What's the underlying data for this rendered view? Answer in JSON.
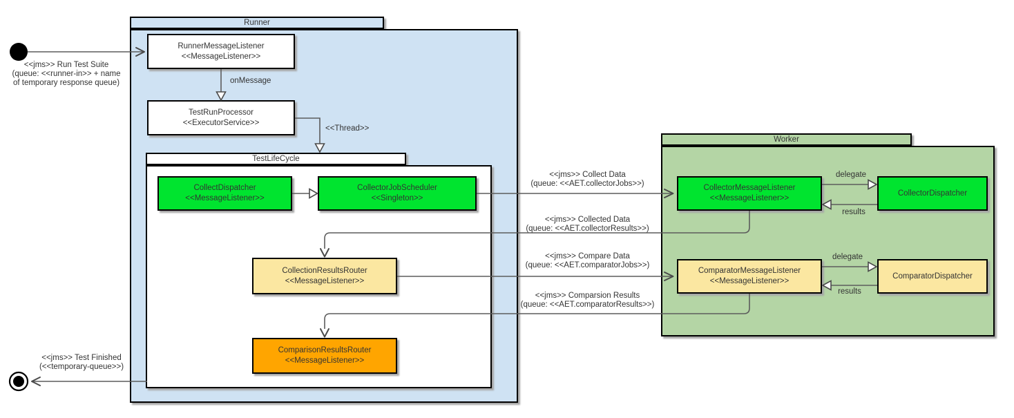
{
  "packages": {
    "runner": {
      "title": "Runner"
    },
    "testLifeCycle": {
      "title": "TestLifeCycle"
    },
    "worker": {
      "title": "Worker"
    }
  },
  "nodes": {
    "runnerMessageListener": {
      "title": "RunnerMessageListener",
      "stereotype": "<<MessageListener>>"
    },
    "testRunProcessor": {
      "title": "TestRunProcessor",
      "stereotype": "<<ExecutorService>>"
    },
    "collectDispatcher": {
      "title": "CollectDispatcher",
      "stereotype": "<<MessageListener>>"
    },
    "collectorJobScheduler": {
      "title": "CollectorJobScheduler",
      "stereotype": "<<Singleton>>"
    },
    "collectionResultsRouter": {
      "title": "CollectionResultsRouter",
      "stereotype": "<<MessageListener>>"
    },
    "comparisonResultsRouter": {
      "title": "ComparisonResultsRouter",
      "stereotype": "<<MessageListener>>"
    },
    "collectorMessageListener": {
      "title": "CollectorMessageListener",
      "stereotype": "<<MessageListener>>"
    },
    "collectorDispatcher": {
      "title": "CollectorDispatcher"
    },
    "comparatorMessageListener": {
      "title": "ComparatorMessageListener",
      "stereotype": "<<MessageListener>>"
    },
    "comparatorDispatcher": {
      "title": "ComparatorDispatcher"
    }
  },
  "edges": {
    "runTestSuite": {
      "lines": [
        "<<jms>> Run Test Suite",
        "(queue: <<runner-in>> + name",
        "of temporary response queue)"
      ]
    },
    "onMessage": {
      "label": "onMessage"
    },
    "thread": {
      "label": "<<Thread>>"
    },
    "collectData": {
      "lines": [
        "<<jms>> Collect Data",
        "(queue: <<AET.collectorJobs>>)"
      ]
    },
    "collectedData": {
      "lines": [
        "<<jms>> Collected Data",
        "(queue: <<AET.collectorResults>>)"
      ]
    },
    "compareData": {
      "lines": [
        "<<jms>> Compare Data",
        "(queue: <<AET.comparatorJobs>>)"
      ]
    },
    "comparisonResults": {
      "lines": [
        "<<jms>> Comparsion Results",
        "(queue: <<AET.comparatorResults>>)"
      ]
    },
    "collectorDelegate": {
      "label": "delegate"
    },
    "collectorResults": {
      "label": "results"
    },
    "comparatorDelegate": {
      "label": "delegate"
    },
    "comparatorResults": {
      "label": "results"
    },
    "testFinished": {
      "lines": [
        "<<jms>> Test Finished",
        "(<<temporary-queue>>)"
      ]
    }
  },
  "colors": {
    "runner_package_fill": "#CFE2F3",
    "worker_package_fill": "#B4D5A5",
    "test_life_cycle_fill": "#FFFFFF",
    "green_node_fill": "#00E42F",
    "tan_node_fill": "#FBE7A1",
    "orange_node_fill": "#FFA500",
    "node_border": "#000000",
    "connector": "#5C5C5C",
    "text": "#333333"
  }
}
